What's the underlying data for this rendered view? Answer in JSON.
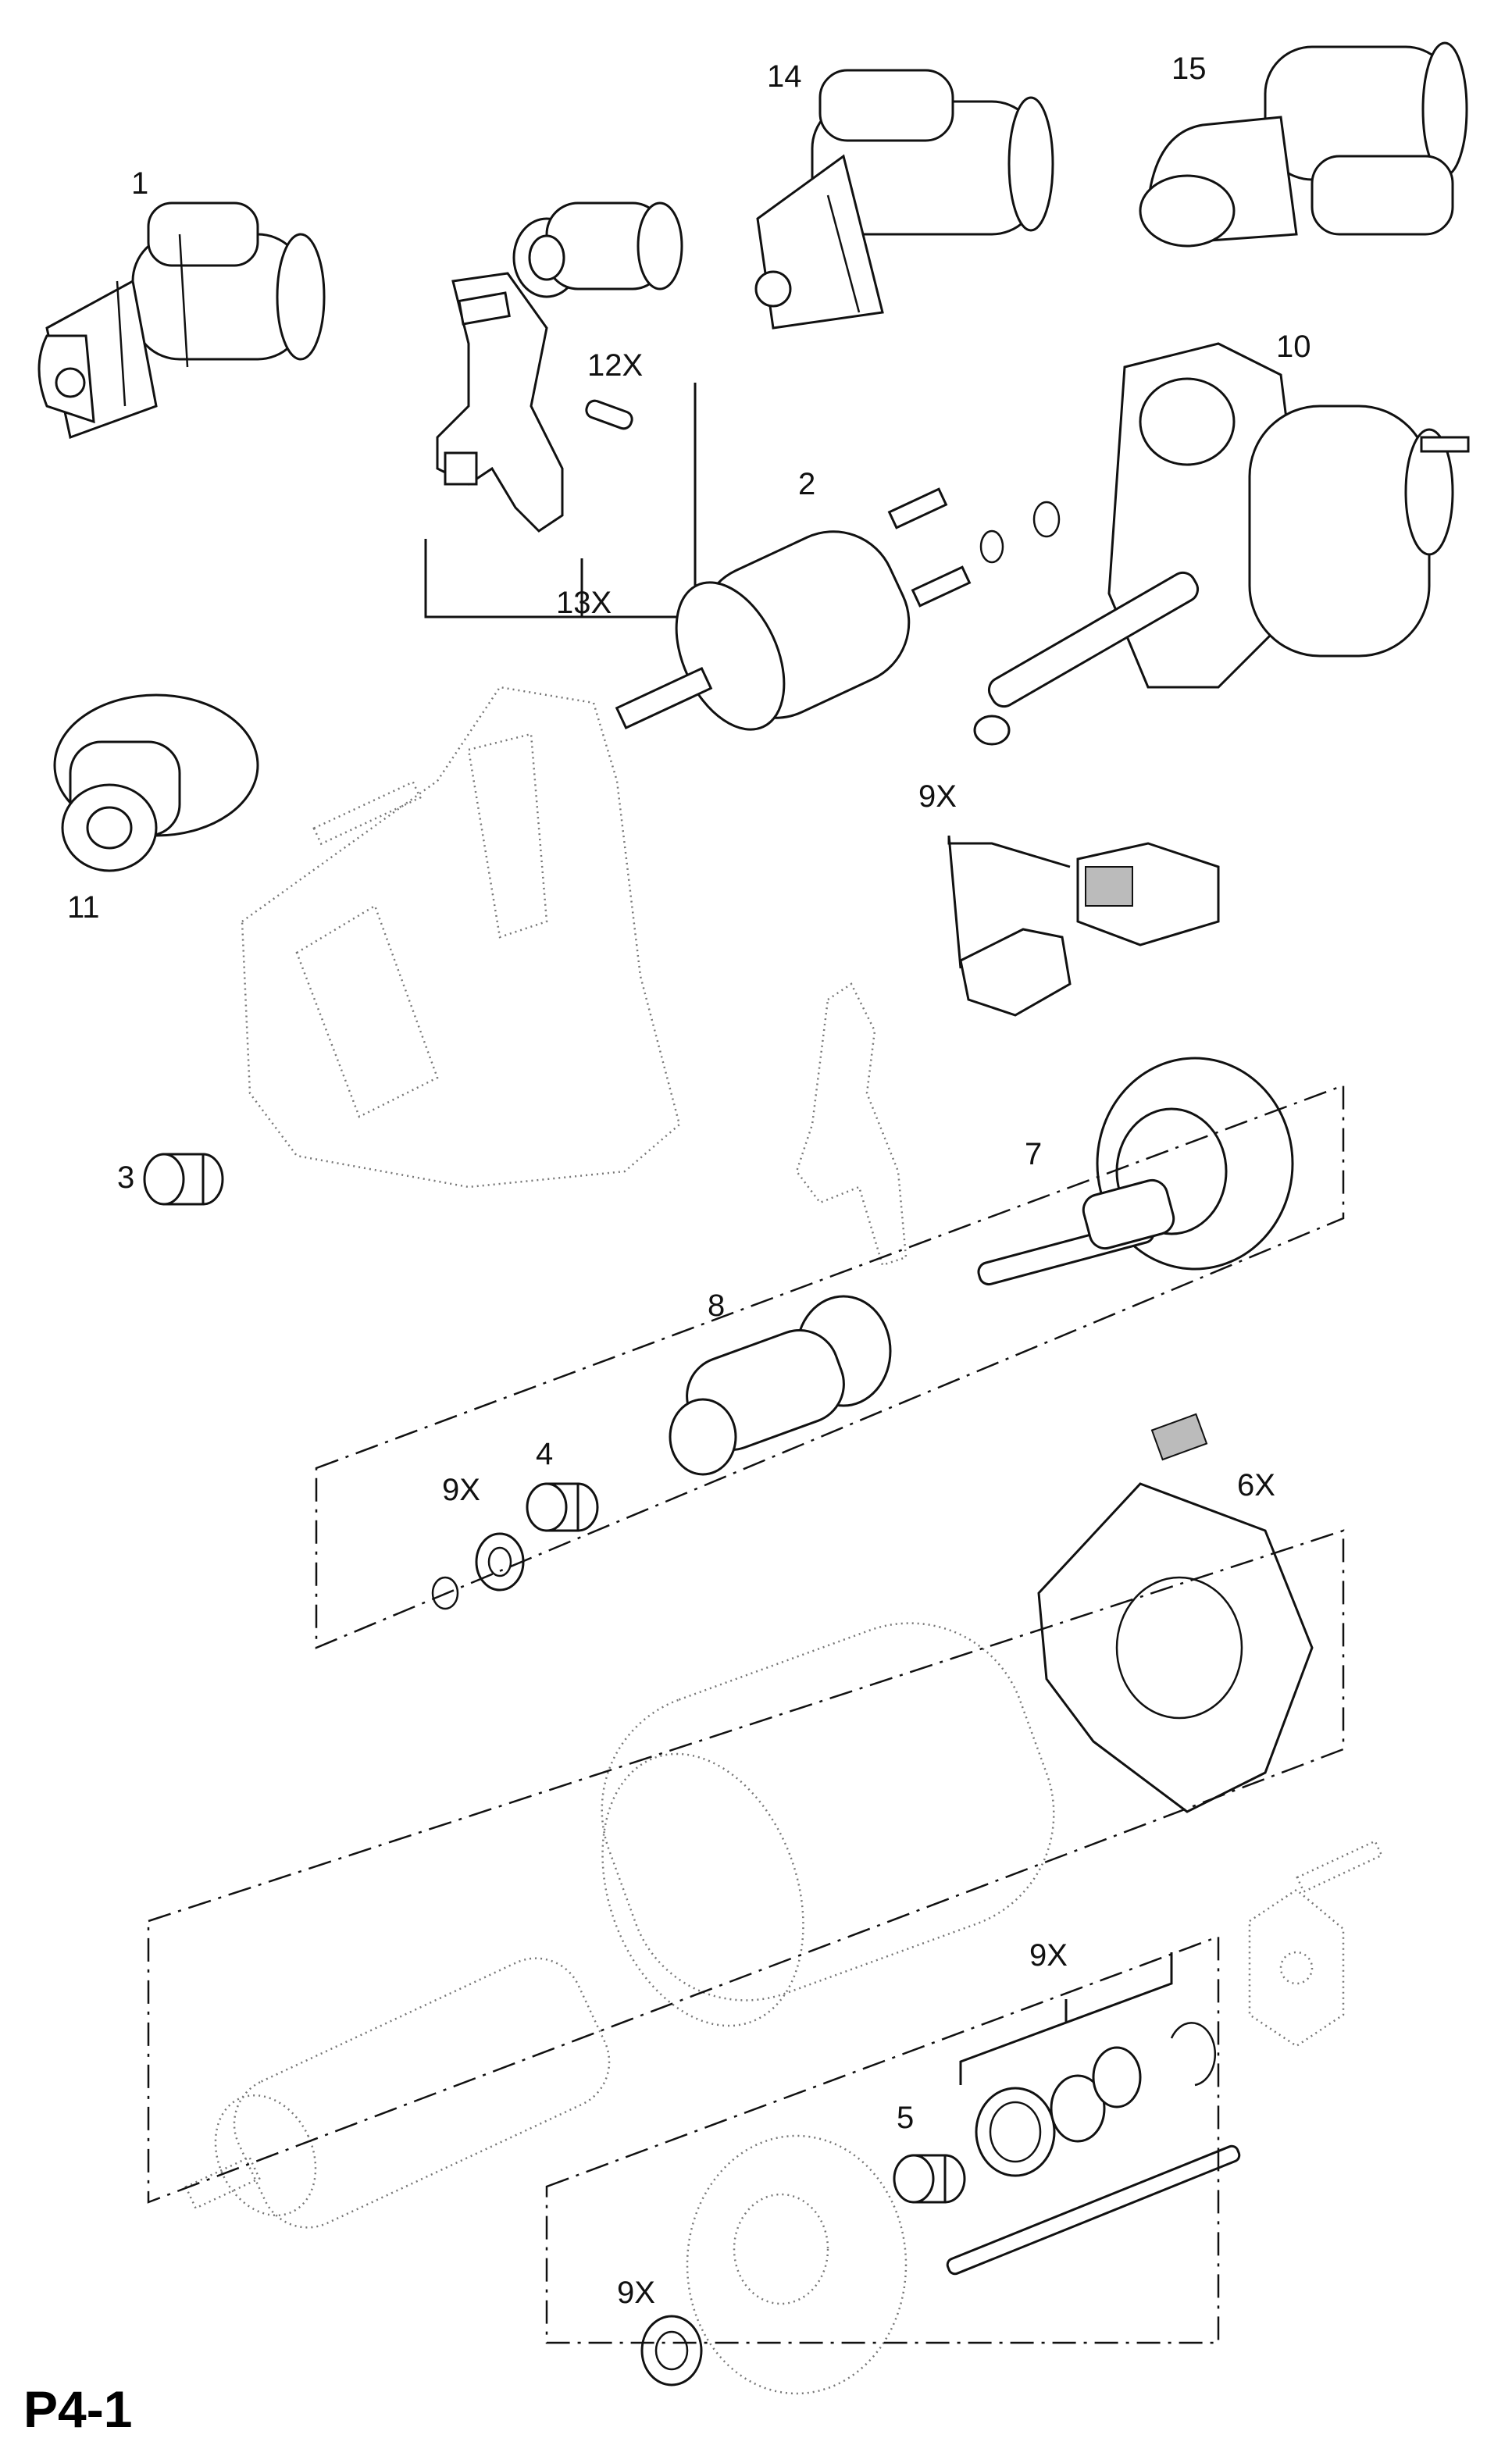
{
  "page_code": "P4-1",
  "callouts": {
    "c1": "1",
    "c2": "2",
    "c3": "3",
    "c4": "4",
    "c5": "5",
    "c6x": "6X",
    "c7": "7",
    "c8": "8",
    "c9x_a": "9X",
    "c9x_b": "9X",
    "c9x_c": "9X",
    "c9x_d": "9X",
    "c10": "10",
    "c11": "11",
    "c12x": "12X",
    "c13x": "13X",
    "c14": "14",
    "c15": "15"
  }
}
